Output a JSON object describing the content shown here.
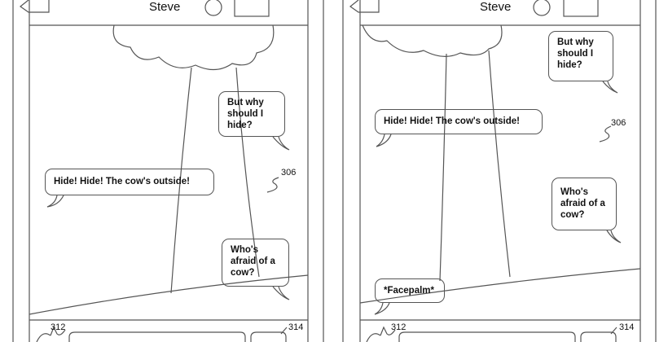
{
  "phones": [
    {
      "contact_name": "Steve",
      "messages": [
        "But why should I hide?",
        "Hide!  Hide!  The cow's outside!",
        "Who's afraid of a cow?"
      ],
      "refs": {
        "conversation": "306",
        "left": "312",
        "right": "314"
      }
    },
    {
      "contact_name": "Steve",
      "messages": [
        "But why should I hide?",
        "Hide!  Hide!  The cow's outside!",
        "Who's afraid of a cow?",
        "*Facepalm*"
      ],
      "refs": {
        "conversation": "306",
        "left": "312",
        "right": "314"
      }
    }
  ]
}
